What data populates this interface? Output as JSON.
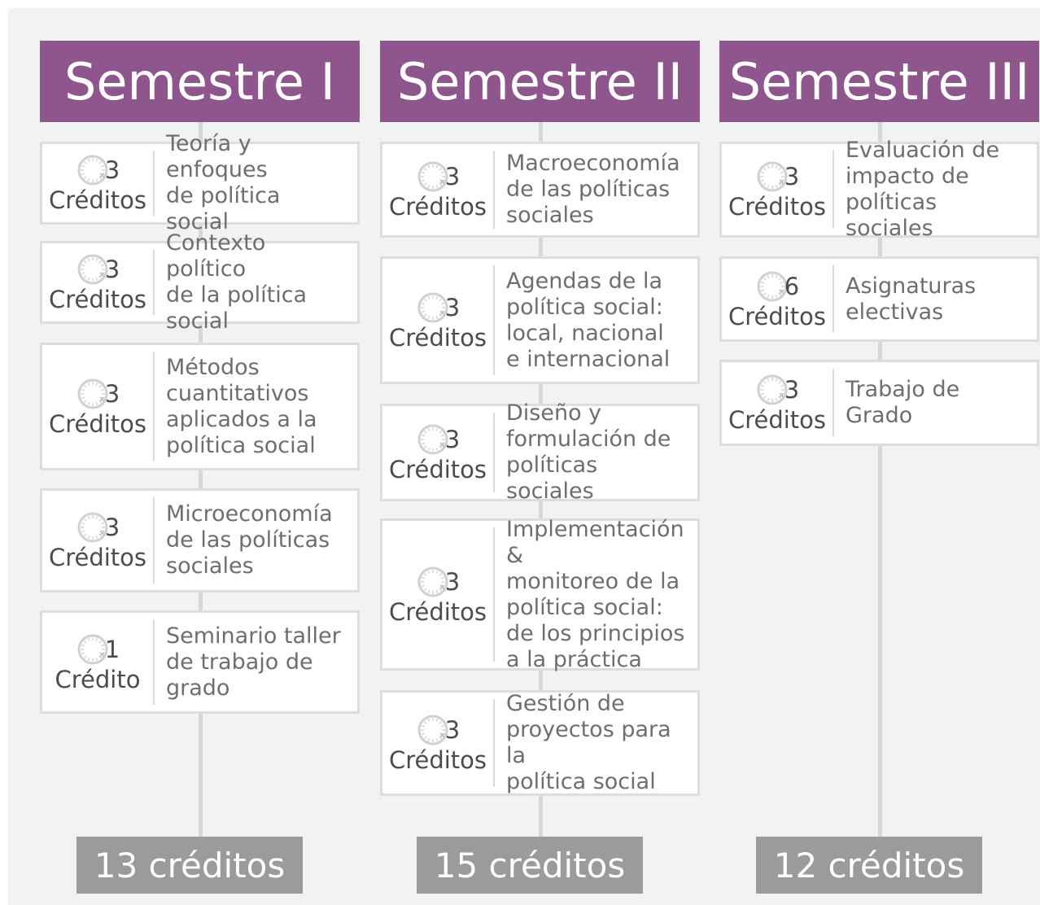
{
  "semesters": [
    {
      "title": "Semestre I",
      "courses": [
        {
          "credits": "3",
          "unit": "Créditos",
          "title": "Teoría y enfoques\nde política social"
        },
        {
          "credits": "3",
          "unit": "Créditos",
          "title": "Contexto político\nde la política social"
        },
        {
          "credits": "3",
          "unit": "Créditos",
          "title": "Métodos\ncuantitativos\naplicados a la\npolítica social"
        },
        {
          "credits": "3",
          "unit": "Créditos",
          "title": "Microeconomía\nde las políticas\nsociales"
        },
        {
          "credits": "1",
          "unit": "Crédito",
          "title": "Seminario taller\nde trabajo de\ngrado"
        }
      ],
      "total": "13 créditos"
    },
    {
      "title": "Semestre II",
      "courses": [
        {
          "credits": "3",
          "unit": "Créditos",
          "title": "Macroeconomía\nde las políticas\nsociales"
        },
        {
          "credits": "3",
          "unit": "Créditos",
          "title": "Agendas de la\npolítica social:\nlocal, nacional\ne internacional"
        },
        {
          "credits": "3",
          "unit": "Créditos",
          "title": "Diseño y\nformulación de\npolíticas sociales"
        },
        {
          "credits": "3",
          "unit": "Créditos",
          "title": "Implementación &\nmonitoreo de la\npolítica social:\nde los principios\na la práctica"
        },
        {
          "credits": "3",
          "unit": "Créditos",
          "title": "Gestión de\nproyectos para la\npolítica social"
        }
      ],
      "total": "15 créditos"
    },
    {
      "title": "Semestre III",
      "courses": [
        {
          "credits": "3",
          "unit": "Créditos",
          "title": "Evaluación de\nimpacto de\npolíticas sociales"
        },
        {
          "credits": "6",
          "unit": "Créditos",
          "title": "Asignaturas\nelectivas"
        },
        {
          "credits": "3",
          "unit": "Créditos",
          "title": "Trabajo de Grado"
        }
      ],
      "total": "12 créditos"
    }
  ],
  "colors": {
    "header": "#8e568c",
    "total": "#9a9b9d",
    "background": "#f1f2f2"
  },
  "icon": "credit-dial-icon"
}
